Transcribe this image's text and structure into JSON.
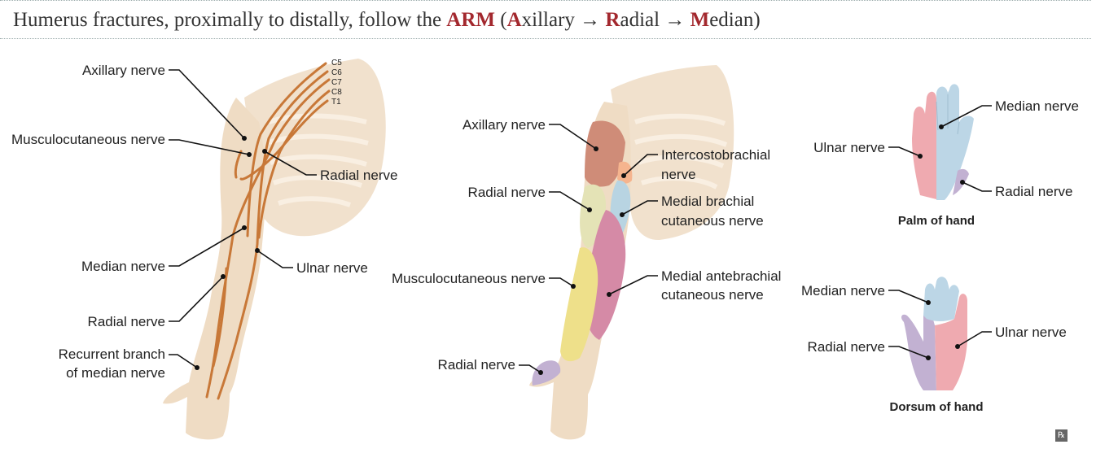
{
  "title": {
    "prefix": "Humerus fractures, proximally to distally, follow the ",
    "arm": "ARM",
    "open": " (",
    "a": "A",
    "a_rest": "xillary",
    "arrow1": " → ",
    "r": "R",
    "r_rest": "adial",
    "arrow2": " → ",
    "m": "M",
    "m_rest": "edian",
    "close": ")"
  },
  "colors": {
    "accent": "#a3282e",
    "skin": "#efdcc4",
    "nerve": "#c87838",
    "axillary_zone": "#cf8c78",
    "radial_zone": "#e4e3b6",
    "musculocutaneous_zone": "#eee08a",
    "intercostobrachial_zone": "#f5b48e",
    "medial_brachial_zone": "#b8d4e2",
    "medial_antebrachial_zone": "#d58aa6",
    "median_hand": "#bcd6e6",
    "ulnar_hand": "#efaab0",
    "radial_hand": "#c2b1d2"
  },
  "panel1": {
    "roots": [
      "C5",
      "C6",
      "C7",
      "C8",
      "T1"
    ],
    "axillary": "Axillary nerve",
    "musculocutaneous": "Musculocutaneous nerve",
    "radial_upper": "Radial nerve",
    "median": "Median nerve",
    "ulnar": "Ulnar nerve",
    "radial_lower": "Radial nerve",
    "recurrent_1": "Recurrent branch",
    "recurrent_2": "of median nerve"
  },
  "panel2": {
    "axillary": "Axillary nerve",
    "radial_upper": "Radial nerve",
    "musculocutaneous": "Musculocutaneous nerve",
    "radial_lower": "Radial nerve",
    "intercosto_1": "Intercostobrachial",
    "intercosto_2": "nerve",
    "medial_brachial_1": "Medial brachial",
    "medial_brachial_2": "cutaneous nerve",
    "medial_antebrachial_1": "Medial antebrachial",
    "medial_antebrachial_2": "cutaneous nerve"
  },
  "palm": {
    "median": "Median nerve",
    "ulnar": "Ulnar nerve",
    "radial": "Radial nerve",
    "caption": "Palm of hand"
  },
  "dorsum": {
    "median": "Median nerve",
    "ulnar": "Ulnar nerve",
    "radial": "Radial nerve",
    "caption": "Dorsum of hand"
  },
  "logo": "℞"
}
